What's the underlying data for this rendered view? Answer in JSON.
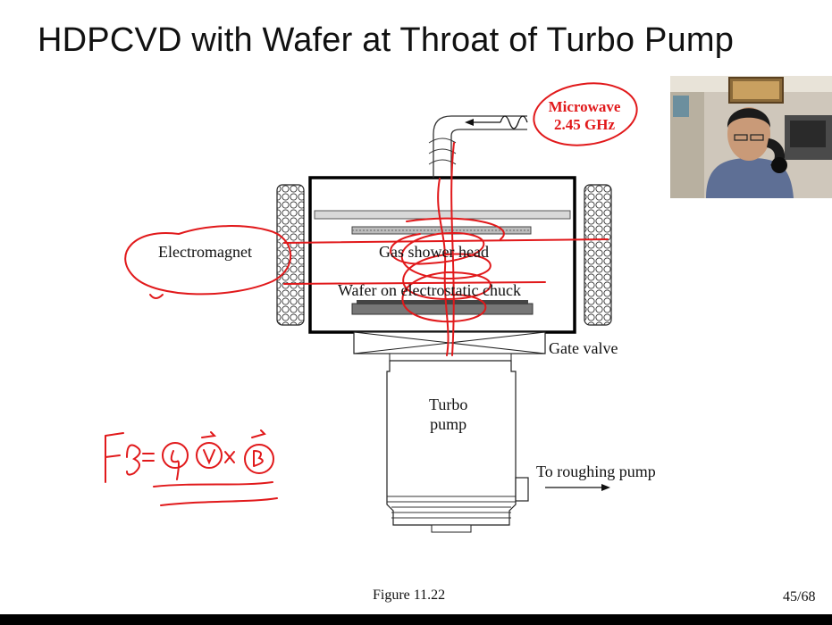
{
  "slide": {
    "title": "HDPCVD with Wafer at Throat of Turbo Pump",
    "figure_caption": "Figure 11.22",
    "page_number": "45/68"
  },
  "diagram": {
    "microwave_label_line1": "Microwave",
    "microwave_label_line2": "2.45 GHz",
    "electromagnet_label": "Electromagnet",
    "showerhead_label": "Gas shower head",
    "wafer_label": "Wafer on electrostatic chuck",
    "gate_valve_label": "Gate valve",
    "turbo_label_line1": "Turbo",
    "turbo_label_line2": "pump",
    "roughing_label": "To roughing pump"
  },
  "annotation": {
    "handwritten_formula": "F_B = q(v × B)",
    "ink_color": "#e1191b"
  },
  "webcam": {
    "content": "presenter video overlay"
  }
}
